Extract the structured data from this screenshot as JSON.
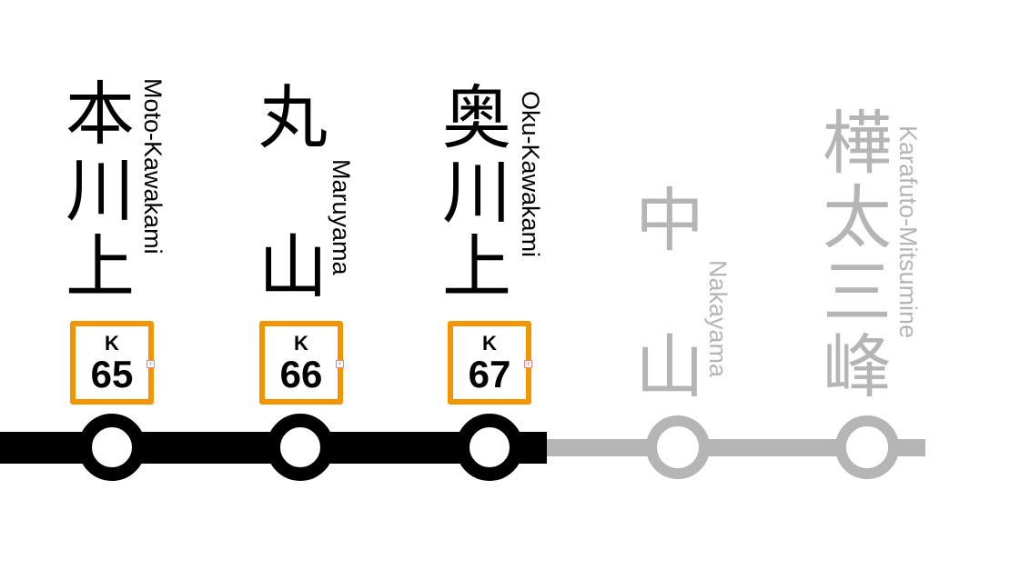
{
  "colors": {
    "active": "#000000",
    "inactive": "#b5b5b5",
    "badge": "#f29600"
  },
  "stations": [
    {
      "kanji": [
        "本",
        "川",
        "上"
      ],
      "romaji": "Moto-Kawakami",
      "line": "K",
      "number": "65",
      "status": "active"
    },
    {
      "kanji": [
        "丸",
        "山"
      ],
      "romaji": "Maruyama",
      "line": "K",
      "number": "66",
      "status": "active"
    },
    {
      "kanji": [
        "奥",
        "川",
        "上"
      ],
      "romaji": "Oku-Kawakami",
      "line": "K",
      "number": "67",
      "status": "active"
    },
    {
      "kanji": [
        "中",
        "山"
      ],
      "romaji": "Nakayama",
      "status": "inactive"
    },
    {
      "kanji": [
        "樺",
        "太",
        "三",
        "峰"
      ],
      "romaji": "Karafuto-Mitsumine",
      "status": "inactive"
    }
  ]
}
